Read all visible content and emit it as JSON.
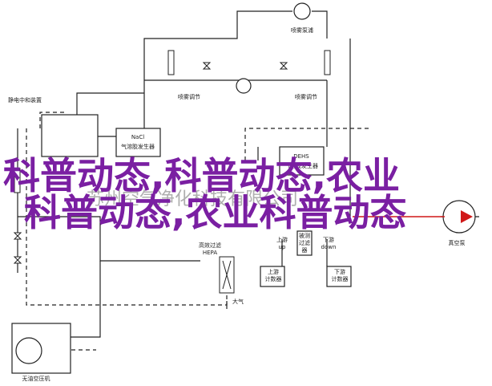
{
  "labels": {
    "pump_top": "喷雾泵浦",
    "flow_left": "喷雾调节",
    "flow_right": "喷雾调节",
    "esc_box_title": "静电中和装置",
    "nacl": "NaCl",
    "nacl_sub": "气溶胶发生器",
    "dehs": "DEHS",
    "dehs_sub": "气溶胶发生器",
    "hepa_title": "高效过滤",
    "hepa": "HEPA",
    "atm": "大气",
    "up_cnt": "上游\n计数器",
    "down_cnt": "下游\n计数器",
    "up_in": "上游\nup",
    "down_in": "下游\ndown",
    "filter": "被测\n过滤\n器",
    "vac": "真空泵",
    "free_pump": "无油空压机"
  },
  "overlay": {
    "line1": "科普动态,科普动态,农业",
    "line2": "科普动态,农业科普动态",
    "faint": "苏州空气净化科技有限公司"
  },
  "colors": {
    "line": "#222222",
    "overlay": "#7a1fa2",
    "accent_red": "#d01818"
  }
}
